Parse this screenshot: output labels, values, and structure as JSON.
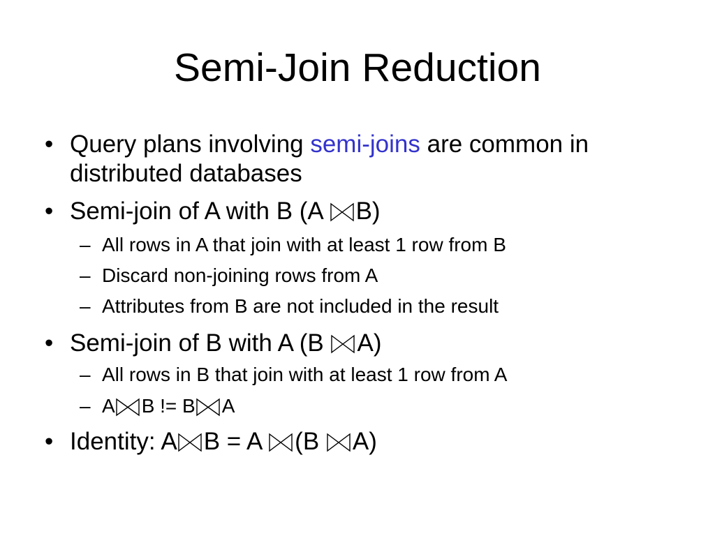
{
  "slide": {
    "title": "Semi-Join Reduction",
    "bullet_glyph": "•",
    "dash_glyph": "–",
    "b1": {
      "pre": "Query plans involving ",
      "accent": "semi-joins",
      "post": " are common in",
      "cont": "distributed databases"
    },
    "b2": {
      "pre": "Semi-join of A with B (A ",
      "post": "B)"
    },
    "b2_subs": [
      "All rows in A that join with at least 1 row from B",
      "Discard non-joining rows from A",
      "Attributes from B are not included in the result"
    ],
    "b3": {
      "pre": "Semi-join of B with A (B ",
      "post": "A)"
    },
    "b3_sub1": "All rows in B that join with at least 1 row from A",
    "b3_sub2": {
      "a": "A",
      "b": "B  != B",
      "c": "A"
    },
    "b4": {
      "pre": "Identity: A",
      "mid1": "B = A ",
      "mid2": "(B ",
      "post": "A)"
    }
  },
  "colors": {
    "accent": "#3333cc",
    "text": "#000000",
    "background": "#ffffff"
  },
  "icons": [
    "semi-join-icon"
  ]
}
